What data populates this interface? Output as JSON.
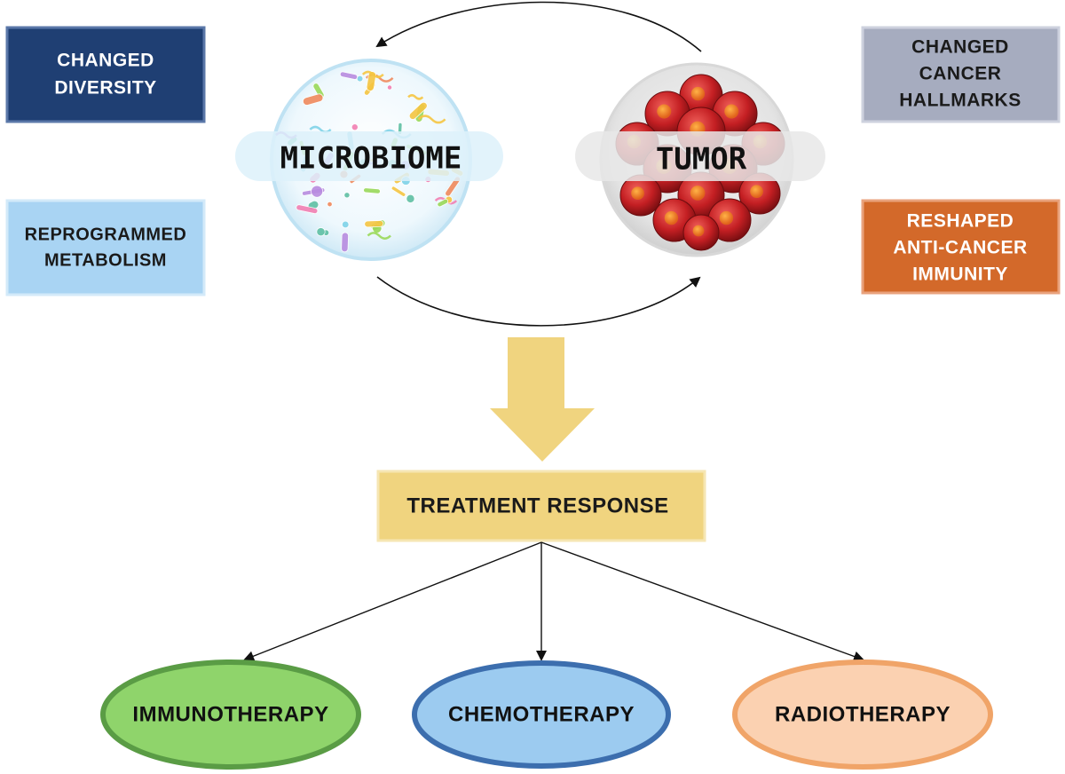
{
  "boxes": {
    "changed_diversity": {
      "lines": [
        "CHANGED",
        "DIVERSITY"
      ],
      "fill": "#1f3f73",
      "border": "#5a77a8",
      "text_color": "#ffffff"
    },
    "reprogrammed_metabolism": {
      "lines": [
        "REPROGRAMMED",
        "METABOLISM"
      ],
      "fill": "#a9d4f3",
      "border": "#d3eaf9",
      "text_color": "#1a1a1a"
    },
    "changed_cancer_hallmarks": {
      "lines": [
        "CHANGED",
        "CANCER",
        "HALLMARKS"
      ],
      "fill": "#a6acbf",
      "border": "#cdd1de",
      "text_color": "#1a1a1a"
    },
    "reshaped_immunity": {
      "lines": [
        "RESHAPED",
        "ANTI-CANCER",
        "IMMUNITY"
      ],
      "fill": "#d3692a",
      "border": "#e9a27c",
      "text_color": "#ffffff"
    },
    "treatment_response": {
      "lines": [
        "TREATMENT RESPONSE"
      ],
      "fill": "#f0d47f",
      "border": "#f6e6b3",
      "text_color": "#1a1a1a"
    }
  },
  "nodes": {
    "microbiome": {
      "label": "MICROBIOME",
      "icon": "microbiome-petri-icon"
    },
    "tumor": {
      "label": "TUMOR",
      "icon": "tumor-cells-icon"
    }
  },
  "therapies": [
    {
      "label": "IMMUNOTHERAPY",
      "fill": "#8fd46b",
      "border": "#5a9c45"
    },
    {
      "label": "CHEMOTHERAPY",
      "fill": "#9ccbf0",
      "border": "#3c6eae"
    },
    {
      "label": "RADIOTHERAPY",
      "fill": "#fbd1b1",
      "border": "#f0a468"
    }
  ],
  "colors": {
    "down_arrow": "#f0d47f",
    "connector": "#111111"
  }
}
